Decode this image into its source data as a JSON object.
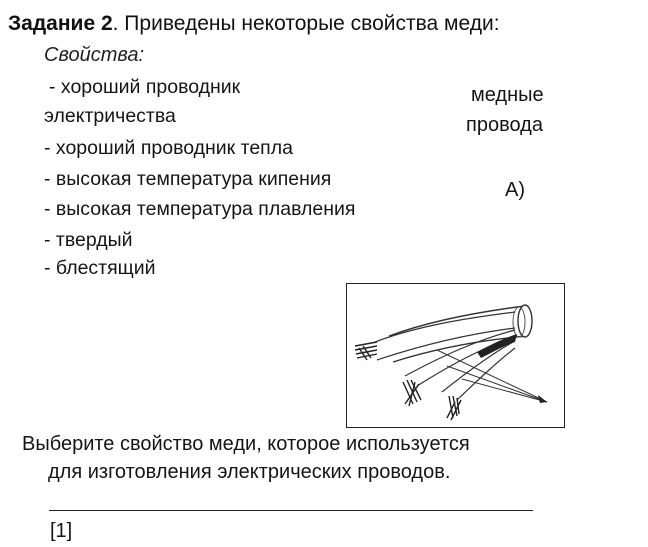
{
  "task": {
    "label": "Задание 2",
    "text": ". Приведены некоторые свойства меди:"
  },
  "properties": {
    "heading": "Свойства:",
    "items": [
      " - хороший проводник",
      "электричества",
      "- хороший проводник тепла",
      "- высокая температура кипения",
      "- высокая температура плавления",
      "- твердый",
      "- блестящий"
    ]
  },
  "side": {
    "line1": "медные",
    "line2": "провода",
    "letter": "А)"
  },
  "figure": {
    "icon": "copper-wires-cable-illustration"
  },
  "question": {
    "line1": "Выберите свойство меди, которое используется",
    "line2": "для изготовления электрических проводов."
  },
  "marks": "[1]"
}
